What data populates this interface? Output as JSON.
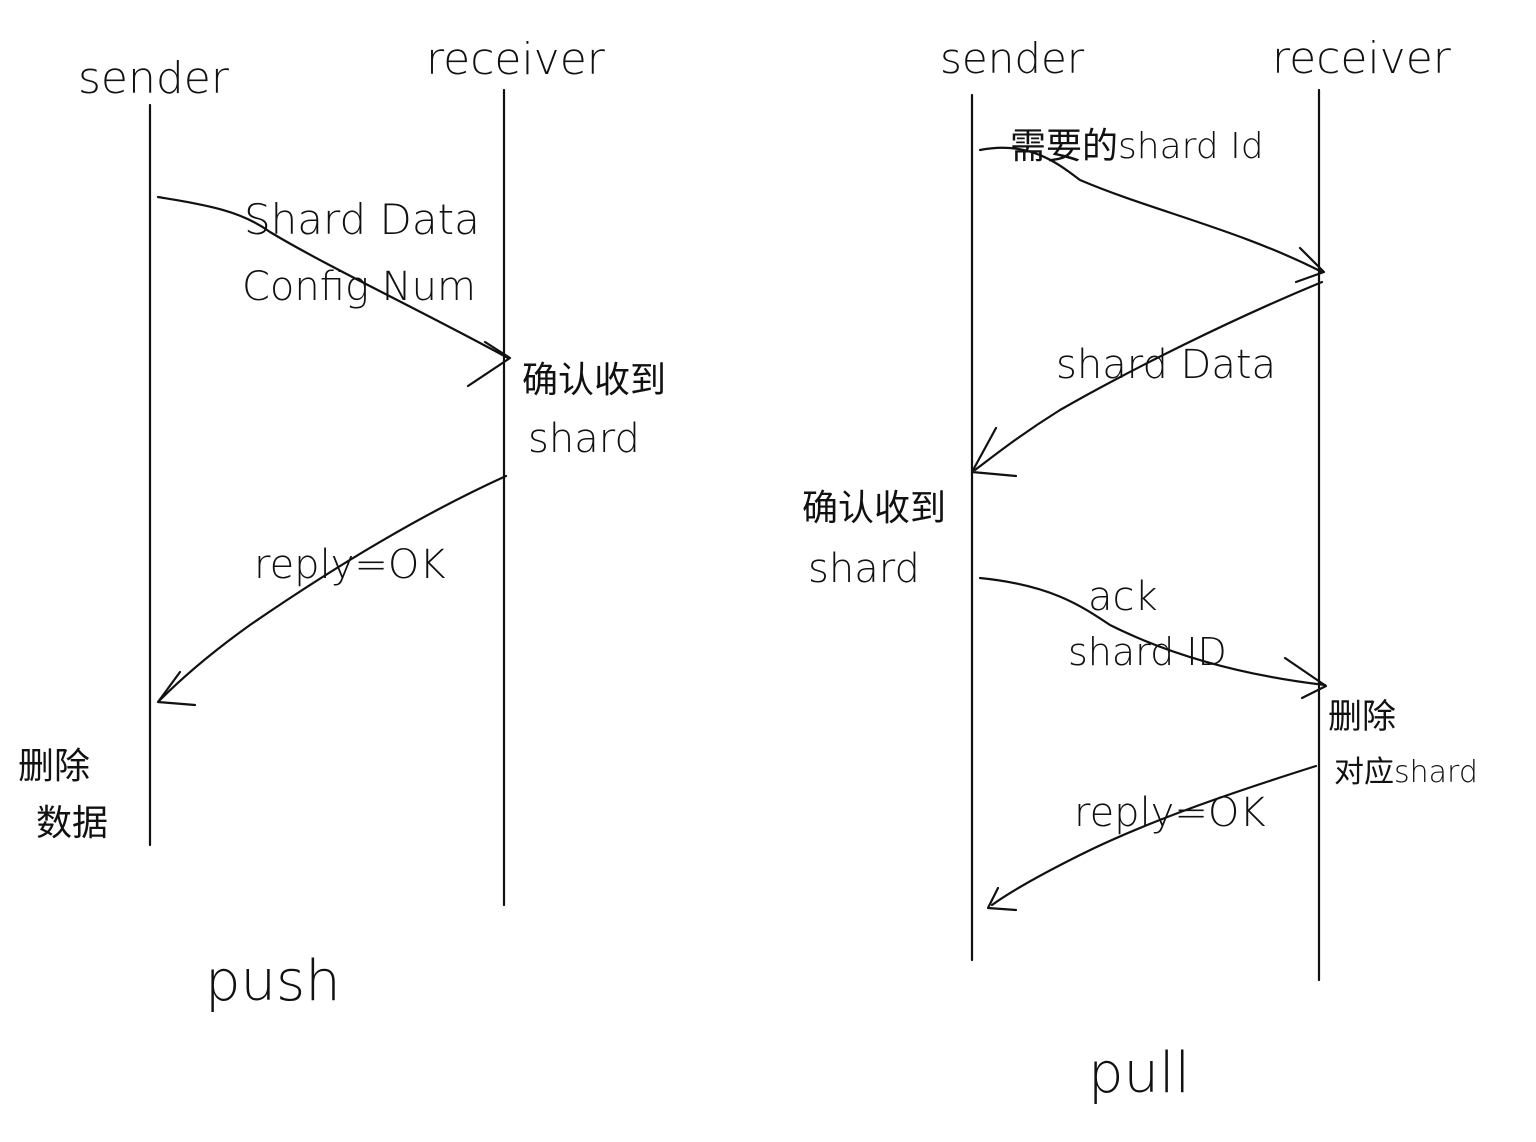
{
  "colors": {
    "ink": "#111111",
    "paper": "#ffffff"
  },
  "push": {
    "title": "push",
    "sender_label": "sender",
    "receiver_label": "receiver",
    "msg1_line1": "Shard Data",
    "msg1_line2": "Config Num",
    "recv_note_line1": "确认收到",
    "recv_note_line2": "shard",
    "reply": "reply=OK",
    "sender_note_line1": "删除",
    "sender_note_line2": "数据"
  },
  "pull": {
    "title": "pull",
    "sender_label": "sender",
    "receiver_label": "receiver",
    "msg1": "需要的shard Id",
    "msg2": "shard Data",
    "sender_note_line1": "确认收到",
    "sender_note_line2": "shard",
    "ack_line1": "ack",
    "ack_line2": "shard ID",
    "recv_note_line1": "删除",
    "recv_note_line2": "对应shard",
    "reply": "reply=OK"
  }
}
